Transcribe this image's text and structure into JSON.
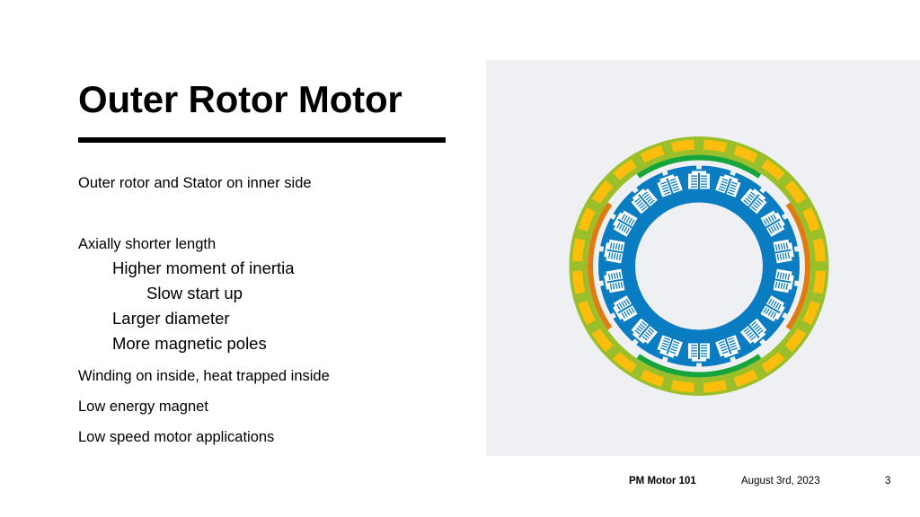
{
  "slide": {
    "title": "Outer Rotor Motor",
    "bullets": [
      {
        "text": "Outer rotor and Stator on inner side",
        "level": 0
      },
      {
        "text": "Axially shorter length",
        "level": 0
      },
      {
        "text": "Higher moment of inertia",
        "level": 1
      },
      {
        "text": "Slow start up",
        "level": 2
      },
      {
        "text": "Larger diameter",
        "level": 1
      },
      {
        "text": "More magnetic poles",
        "level": 1
      },
      {
        "text": "Winding on inside, heat trapped inside",
        "level": 0
      },
      {
        "text": "Low energy magnet",
        "level": 0
      },
      {
        "text": "Low speed motor applications",
        "level": 0
      }
    ]
  },
  "figure": {
    "description": "Outer rotor motor cross-section",
    "stator_slots": 18,
    "rotor_magnets": 24,
    "colors": {
      "panel_bg": "#eef0f3",
      "rotor_ring": "#9bbf2a",
      "magnet": "#fdbd0c",
      "phase_arc_green": "#17a53b",
      "phase_arc_orange": "#e07b12",
      "stator": "#0a7cc1",
      "slot": "#ffffff"
    }
  },
  "footer": {
    "presentation": "PM Motor 101",
    "date": "August 3rd, 2023",
    "page": "3"
  }
}
